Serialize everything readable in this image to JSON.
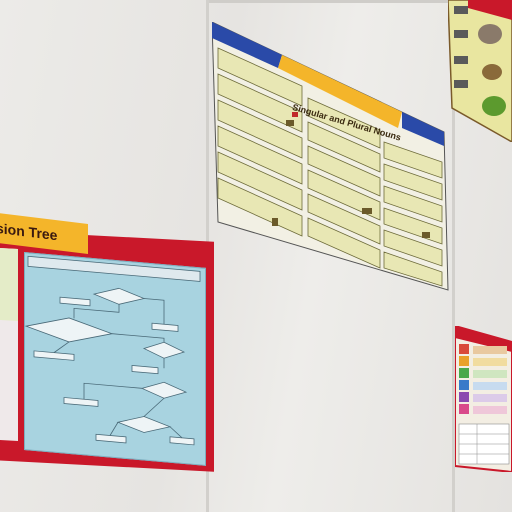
{
  "scene": "classroom wall with educational posters",
  "posters": {
    "decision_tree": {
      "title": "sion Tree"
    },
    "nouns": {
      "title": "Singular and Plural Nouns"
    }
  },
  "colors": {
    "wall": "#e9e7e4",
    "decision_tree_border": "#c9182a",
    "decision_tree_panel": "#a8d3e0",
    "banner_yellow": "#f4b52a",
    "nouns_blue": "#2a4aa8",
    "nouns_card": "#e8e7b4"
  }
}
